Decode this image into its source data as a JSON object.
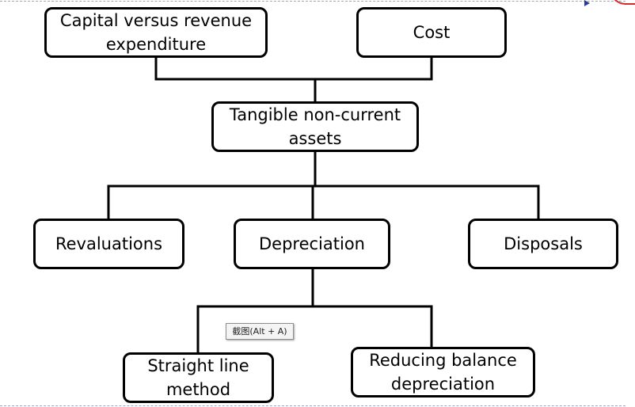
{
  "diagram": {
    "nodes": {
      "capital": [
        "Capital versus revenue",
        "expenditure"
      ],
      "cost": [
        "Cost"
      ],
      "tangible": [
        "Tangible non-current",
        "assets"
      ],
      "revaluations": [
        "Revaluations"
      ],
      "depreciation": [
        "Depreciation"
      ],
      "disposals": [
        "Disposals"
      ],
      "straight_line": [
        "Straight line",
        "method"
      ],
      "reducing_balance": [
        "Reducing balance",
        "depreciation"
      ]
    },
    "edges": [
      [
        "capital",
        "tangible"
      ],
      [
        "cost",
        "tangible"
      ],
      [
        "tangible",
        "revaluations"
      ],
      [
        "tangible",
        "depreciation"
      ],
      [
        "tangible",
        "disposals"
      ],
      [
        "depreciation",
        "straight_line"
      ],
      [
        "depreciation",
        "reducing_balance"
      ]
    ]
  },
  "tooltip": {
    "label": "截图(Alt + A)"
  },
  "colors": {
    "line": "#000000",
    "box_border": "#000000",
    "page_dash": "#9aa6c8",
    "corner_mark": "#d22b2b"
  }
}
